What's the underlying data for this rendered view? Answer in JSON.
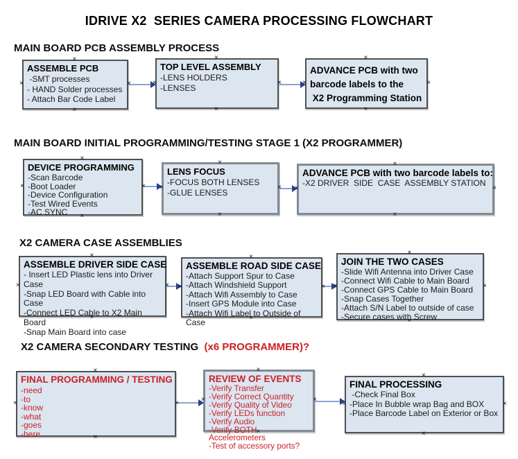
{
  "title": "IDRIVE X2  SERIES CAMERA PROCESSING FLOWCHART",
  "icons": {
    "handle": "×",
    "arrowhead": "right-triangle"
  },
  "colors": {
    "box_fill": "#dce6f1",
    "box_border": "#4f4f4f",
    "box_border_gray": "#848a93",
    "arrow_line": "#8ba3d0",
    "arrow_head": "#26418c",
    "accent_red": "#cb2026",
    "text": "#1a1a1a"
  },
  "sections": [
    {
      "heading": "MAIN BOARD PCB ASSEMBLY PROCESS",
      "boxes": [
        {
          "title": "ASSEMBLE PCB",
          "items": [
            " -SMT processes",
            "- HAND Solder processes",
            "- Attach Bar Code Label"
          ]
        },
        {
          "title": "TOP LEVEL ASSEMBLY",
          "items": [
            "-LENS HOLDERS",
            "-LENSES"
          ]
        },
        {
          "items": [
            "ADVANCE PCB with two",
            "barcode labels to the",
            " X2 Programming Station"
          ]
        }
      ]
    },
    {
      "heading": "MAIN BOARD INITIAL PROGRAMMING/TESTING STAGE 1 (X2 PROGRAMMER)",
      "boxes": [
        {
          "title": "DEVICE PROGRAMMING",
          "items": [
            "-Scan Barcode",
            "-Boot Loader",
            "-Device Configuration",
            "-Test Wired Events",
            "-AC SYNC"
          ]
        },
        {
          "title": "LENS FOCUS",
          "items": [
            "-FOCUS BOTH LENSES",
            "-GLUE LENSES"
          ]
        },
        {
          "title": "ADVANCE PCB with two barcode labels to:",
          "items": [
            "-X2 DRIVER  SIDE  CASE  ASSEMBLY STATION"
          ]
        }
      ]
    },
    {
      "heading": "X2 CAMERA CASE ASSEMBLIES",
      "boxes": [
        {
          "title": "ASSEMBLE DRIVER SIDE CASE",
          "items": [
            "- Insert LED Plastic lens into Driver Case",
            "-Snap LED Board with Cable into Case",
            "-Connect LED Cable to X2 Main Board",
            "-Snap Main Board into case"
          ]
        },
        {
          "title": "ASSEMBLE ROAD SIDE CASE",
          "items": [
            "-Attach Support Spur to Case",
            "-Attach Windshield Support",
            "-Attach Wifi Assembly to Case",
            "-Insert GPS Module into Case",
            "-Attach Wifi Label to Outside of Case"
          ]
        },
        {
          "title": "JOIN THE TWO CASES",
          "items": [
            "-Slide Wifi Antenna into Driver Case",
            "-Connect Wifi Cable to Main Board",
            "-Connect GPS Cable to Main Board",
            "-Snap Cases Together",
            "-Attach S/N Label to outside of case",
            "-Secure cases with Screw"
          ]
        }
      ]
    },
    {
      "heading": "X2 CAMERA SECONDARY TESTING  ",
      "heading_red": "(x6 PROGRAMMER)?",
      "boxes": [
        {
          "title": "FINAL PROGRAMMING / TESTING",
          "items": [
            "-need",
            "-to",
            "-know",
            "-what",
            "-goes",
            "-here"
          ]
        },
        {
          "title": "REVIEW OF EVENTS",
          "items": [
            "-Verify Transfer",
            "-Verify Correct Quantity",
            "-Verify Quality of Video",
            "-Verify LEDs function",
            "-Verify Audio",
            "-Verify BOTH Accelerometers",
            "-Test of accessory ports?"
          ]
        },
        {
          "title": "FINAL PROCESSING",
          "items": [
            " -Check Final Box",
            "-Place In Bubble wrap Bag and BOX",
            "-Place Barcode Label on Exterior or Box"
          ]
        }
      ]
    }
  ]
}
